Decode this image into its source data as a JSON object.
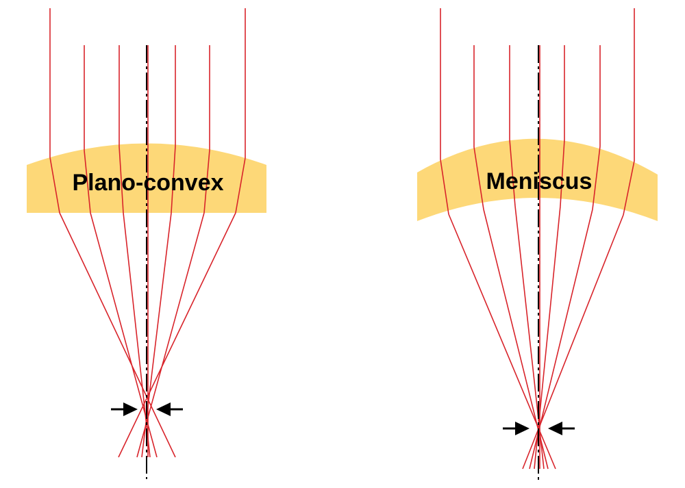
{
  "colors": {
    "lens_fill": "#FDD878",
    "ray": "#D8232A",
    "optical_axis": "#000000",
    "spot_arrow": "#000000",
    "label_text": "#000000"
  },
  "panels": [
    {
      "lens_type": "plano-convex",
      "label": "Plano-convex",
      "ray_count": 7
    },
    {
      "lens_type": "meniscus",
      "label": "Meniscus",
      "ray_count": 7
    }
  ]
}
